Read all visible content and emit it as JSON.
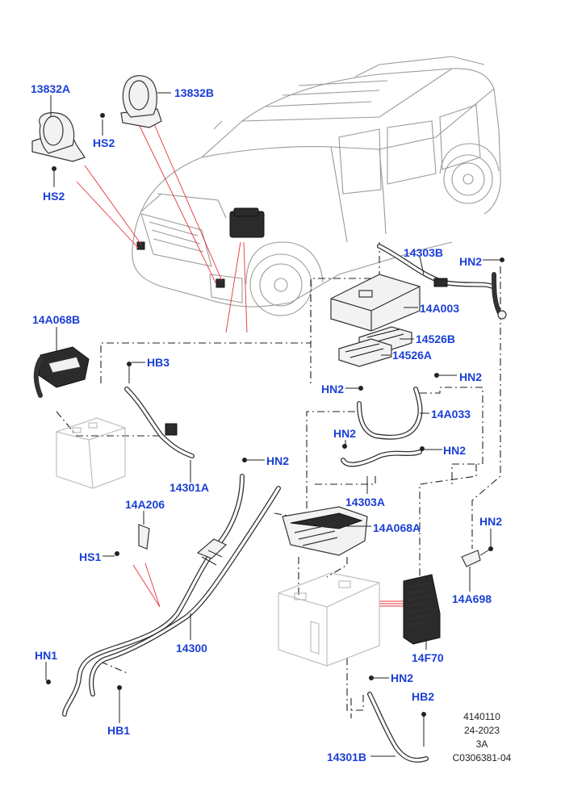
{
  "labels": {
    "l_13832A": "13832A",
    "l_13832B": "13832B",
    "l_HS2_a": "HS2",
    "l_HS2_b": "HS2",
    "l_14A068B": "14A068B",
    "l_HB3": "HB3",
    "l_14301A": "14301A",
    "l_14303B": "14303B",
    "l_HN2_a": "HN2",
    "l_14A003": "14A003",
    "l_14526B": "14526B",
    "l_14526A": "14526A",
    "l_HN2_b": "HN2",
    "l_HN2_c": "HN2",
    "l_14A033": "14A033",
    "l_HN2_d": "HN2",
    "l_HN2_e": "HN2",
    "l_HN2_f": "HN2",
    "l_14303A": "14303A",
    "l_14A068A": "14A068A",
    "l_HN2_g": "HN2",
    "l_14A206": "14A206",
    "l_HS1": "HS1",
    "l_14A698": "14A698",
    "l_14300": "14300",
    "l_14F70": "14F70",
    "l_HN1": "HN1",
    "l_HN2_h": "HN2",
    "l_HB2": "HB2",
    "l_HB1": "HB1",
    "l_14301B": "14301B"
  },
  "reference": {
    "line1": "4140110",
    "line2": "24-2023",
    "line3": "3A",
    "line4": "C0306381-04"
  },
  "colors": {
    "label": "#1a3fd6",
    "leader_red": "#e8333a"
  }
}
